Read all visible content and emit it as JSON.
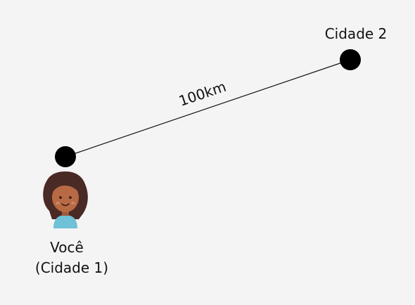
{
  "diagram": {
    "distance_label": "100km",
    "city1": {
      "label_line1": "Você",
      "label_line2": "(Cidade 1)"
    },
    "city2": {
      "label": "Cidade 2"
    },
    "avatar_icon": "girl-avatar-icon",
    "colors": {
      "background": "#f4f4f4",
      "node": "#000000",
      "line": "#111111",
      "skin": "#b86a45",
      "hair": "#4a2a25",
      "shirt": "#6fc1d6"
    }
  }
}
